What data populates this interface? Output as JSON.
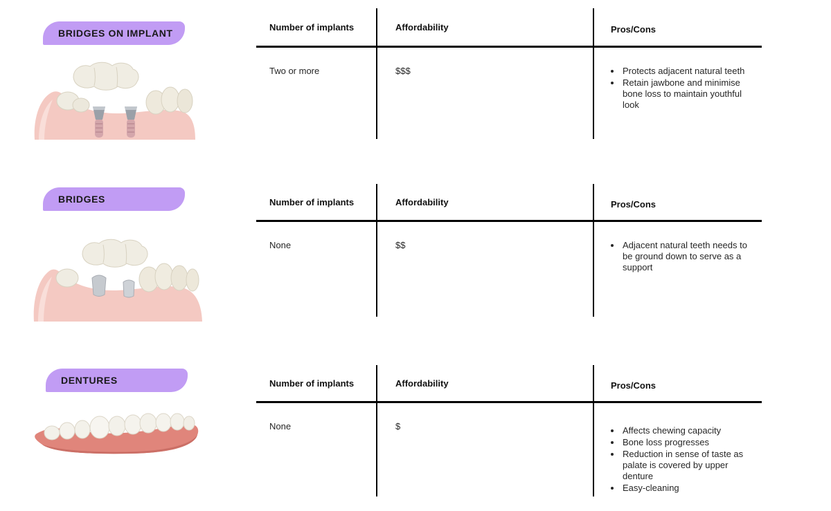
{
  "page": {
    "accent_color": "#c19cf4",
    "line_color": "#000000",
    "background": "#ffffff"
  },
  "sections": [
    {
      "label": "BRIDGES ON IMPLANT",
      "illustration": "dental-bridge-on-two-implants",
      "table": {
        "headers": [
          "Number of implants",
          "Affordability",
          "Pros/Cons"
        ],
        "row": {
          "implants": "Two or more",
          "affordability": "$$$",
          "pros_cons": [
            "Protects adjacent natural teeth",
            "Retain jawbone and minimise bone loss to maintain youthful look"
          ]
        }
      }
    },
    {
      "label": "BRIDGES",
      "illustration": "dental-bridge-over-ground-teeth",
      "table": {
        "headers": [
          "Number of implants",
          "Affordability",
          "Pros/Cons"
        ],
        "row": {
          "implants": "None",
          "affordability": "$$",
          "pros_cons": [
            "Adjacent natural teeth needs to be ground down to serve as a support"
          ]
        }
      }
    },
    {
      "label": "DENTURES",
      "illustration": "full-lower-denture",
      "table": {
        "headers": [
          "Number of implants",
          "Affordability",
          "Pros/Cons"
        ],
        "row": {
          "implants": "None",
          "affordability": "$",
          "pros_cons": [
            "Affects chewing capacity",
            "Bone loss progresses",
            "Reduction in sense of taste as palate is covered by upper denture",
            "Easy-cleaning"
          ]
        }
      }
    }
  ]
}
